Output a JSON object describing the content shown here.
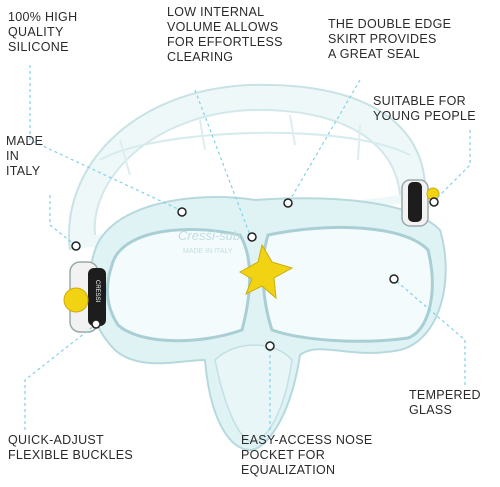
{
  "labels": {
    "silicone": "100% HIGH\nQUALITY\nSILICONE",
    "volume": "LOW INTERNAL\nVOLUME ALLOWS\nFOR EFFORTLESS\nCLEARING",
    "skirt": "THE DOUBLE EDGE\nSKIRT PROVIDES\nA GREAT SEAL",
    "young": "SUITABLE FOR\nYOUNG PEOPLE",
    "italy": "MADE\nIN\nITALY",
    "glass": "TEMPERED\nGLASS",
    "buckles": "QUICK-ADJUST\nFLEXIBLE BUCKLES",
    "nose": "EASY-ACCESS NOSE\nPOCKET FOR\nEQUALIZATION"
  },
  "product": {
    "brand_text": "Cressi-sub",
    "frame_text": "MADE IN ITALY",
    "buckle_text": "CRESSI"
  },
  "colors": {
    "leader_line": "#7fd3e6",
    "accent_yellow": "#f2d313",
    "text": "#2a2a2a",
    "silicone_tint": "#dff3f5"
  }
}
